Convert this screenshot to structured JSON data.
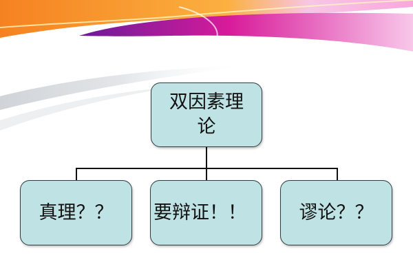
{
  "diagram": {
    "type": "org-chart",
    "root": {
      "label": "双因素理论"
    },
    "children": [
      {
        "label": "真理？？"
      },
      {
        "label": "要辩证！！"
      },
      {
        "label": "谬论？？"
      }
    ]
  },
  "colors": {
    "box_fill": "#bfe2e4",
    "box_border": "#2f3b3d",
    "connector": "#111111",
    "banner_orange": "#f7941d",
    "banner_magenta": "#e0219a",
    "banner_purple": "#7a1fa2"
  }
}
